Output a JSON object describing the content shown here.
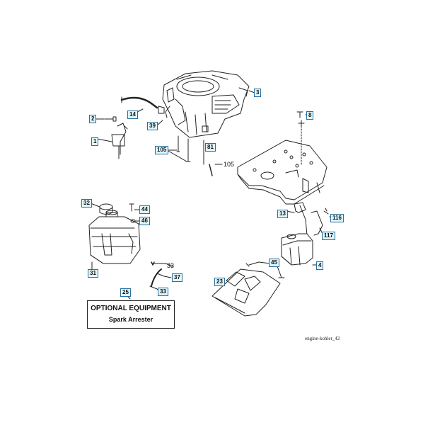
{
  "optional_equipment": {
    "title": "OPTIONAL EQUIPMENT",
    "subtitle": "Spark Arrester"
  },
  "caption": "engine-kohler_42",
  "callouts": {
    "engine": "3",
    "bolt_left": "2",
    "bracket_left": "1",
    "fuel_line": "14",
    "clamp": "39",
    "bolts_pair": "105",
    "bolt_right": "105",
    "washer_81": "81",
    "tank_cap": "32",
    "bolt_44": "44",
    "washer_46": "46",
    "fuel_tank": "31",
    "fuel_hose_33a": "33",
    "hose_37": "37",
    "hose_33b": "33",
    "spark_arrester": "25",
    "screw_8": "8",
    "bracket_13": "13",
    "nut_116": "116",
    "muffler_bracket_117": "117",
    "muffler": "4",
    "bolt_45": "45",
    "heat_shield": "23"
  }
}
